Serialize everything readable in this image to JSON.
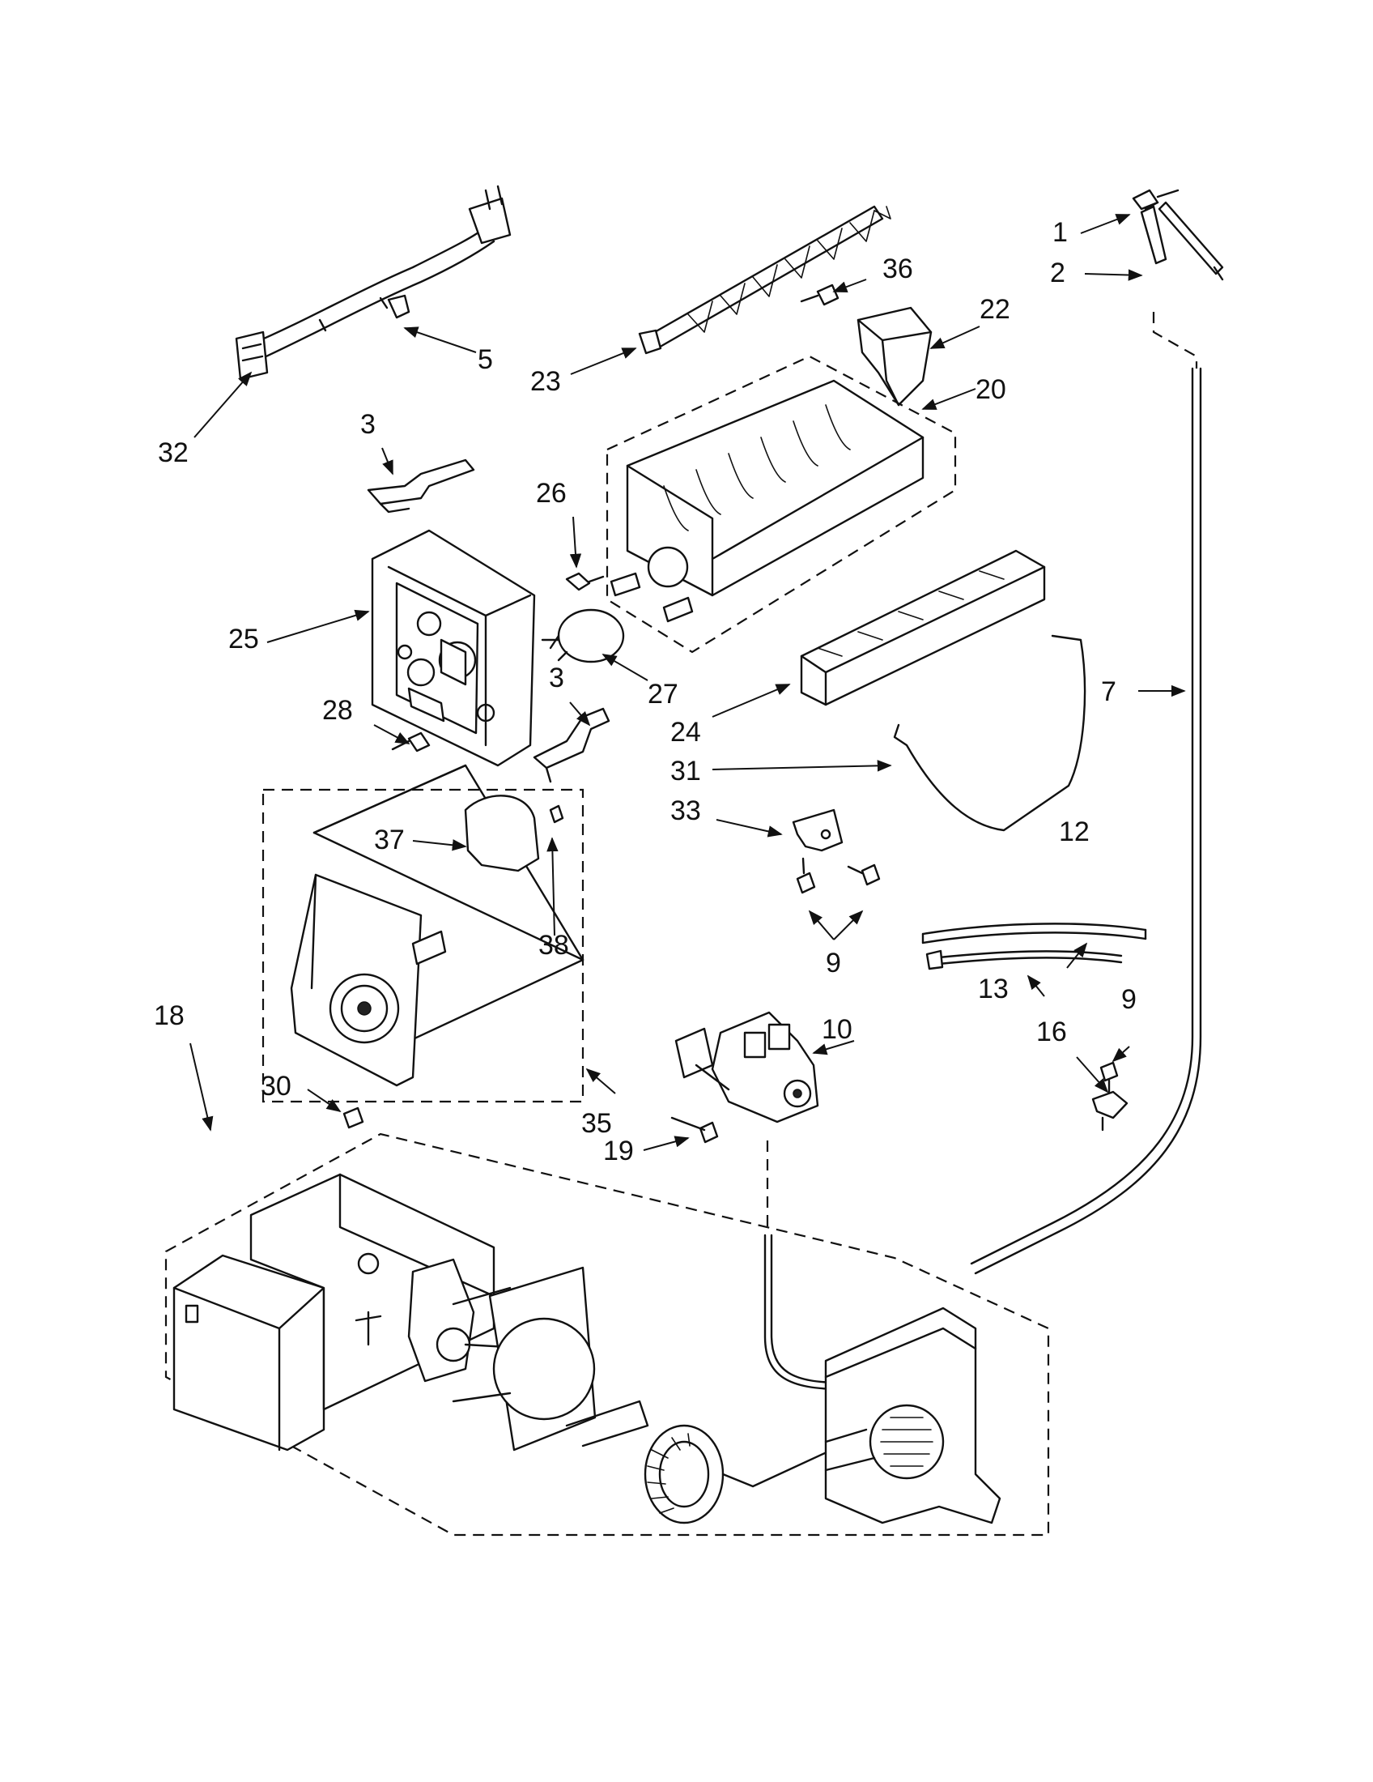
{
  "callouts": [
    {
      "id": "c1",
      "text": "1"
    },
    {
      "id": "c2",
      "text": "2"
    },
    {
      "id": "c3a",
      "text": "3"
    },
    {
      "id": "c3b",
      "text": "3"
    },
    {
      "id": "c5",
      "text": "5"
    },
    {
      "id": "c7",
      "text": "7"
    },
    {
      "id": "c9a",
      "text": "9"
    },
    {
      "id": "c9b",
      "text": "9"
    },
    {
      "id": "c10",
      "text": "10"
    },
    {
      "id": "c12",
      "text": "12"
    },
    {
      "id": "c13",
      "text": "13"
    },
    {
      "id": "c16",
      "text": "16"
    },
    {
      "id": "c18",
      "text": "18"
    },
    {
      "id": "c19",
      "text": "19"
    },
    {
      "id": "c20",
      "text": "20"
    },
    {
      "id": "c22",
      "text": "22"
    },
    {
      "id": "c23",
      "text": "23"
    },
    {
      "id": "c24",
      "text": "24"
    },
    {
      "id": "c25",
      "text": "25"
    },
    {
      "id": "c26",
      "text": "26"
    },
    {
      "id": "c27",
      "text": "27"
    },
    {
      "id": "c28",
      "text": "28"
    },
    {
      "id": "c30",
      "text": "30"
    },
    {
      "id": "c31",
      "text": "31"
    },
    {
      "id": "c32",
      "text": "32"
    },
    {
      "id": "c33",
      "text": "33"
    },
    {
      "id": "c35",
      "text": "35"
    },
    {
      "id": "c36",
      "text": "36"
    },
    {
      "id": "c37",
      "text": "37"
    },
    {
      "id": "c38",
      "text": "38"
    }
  ]
}
